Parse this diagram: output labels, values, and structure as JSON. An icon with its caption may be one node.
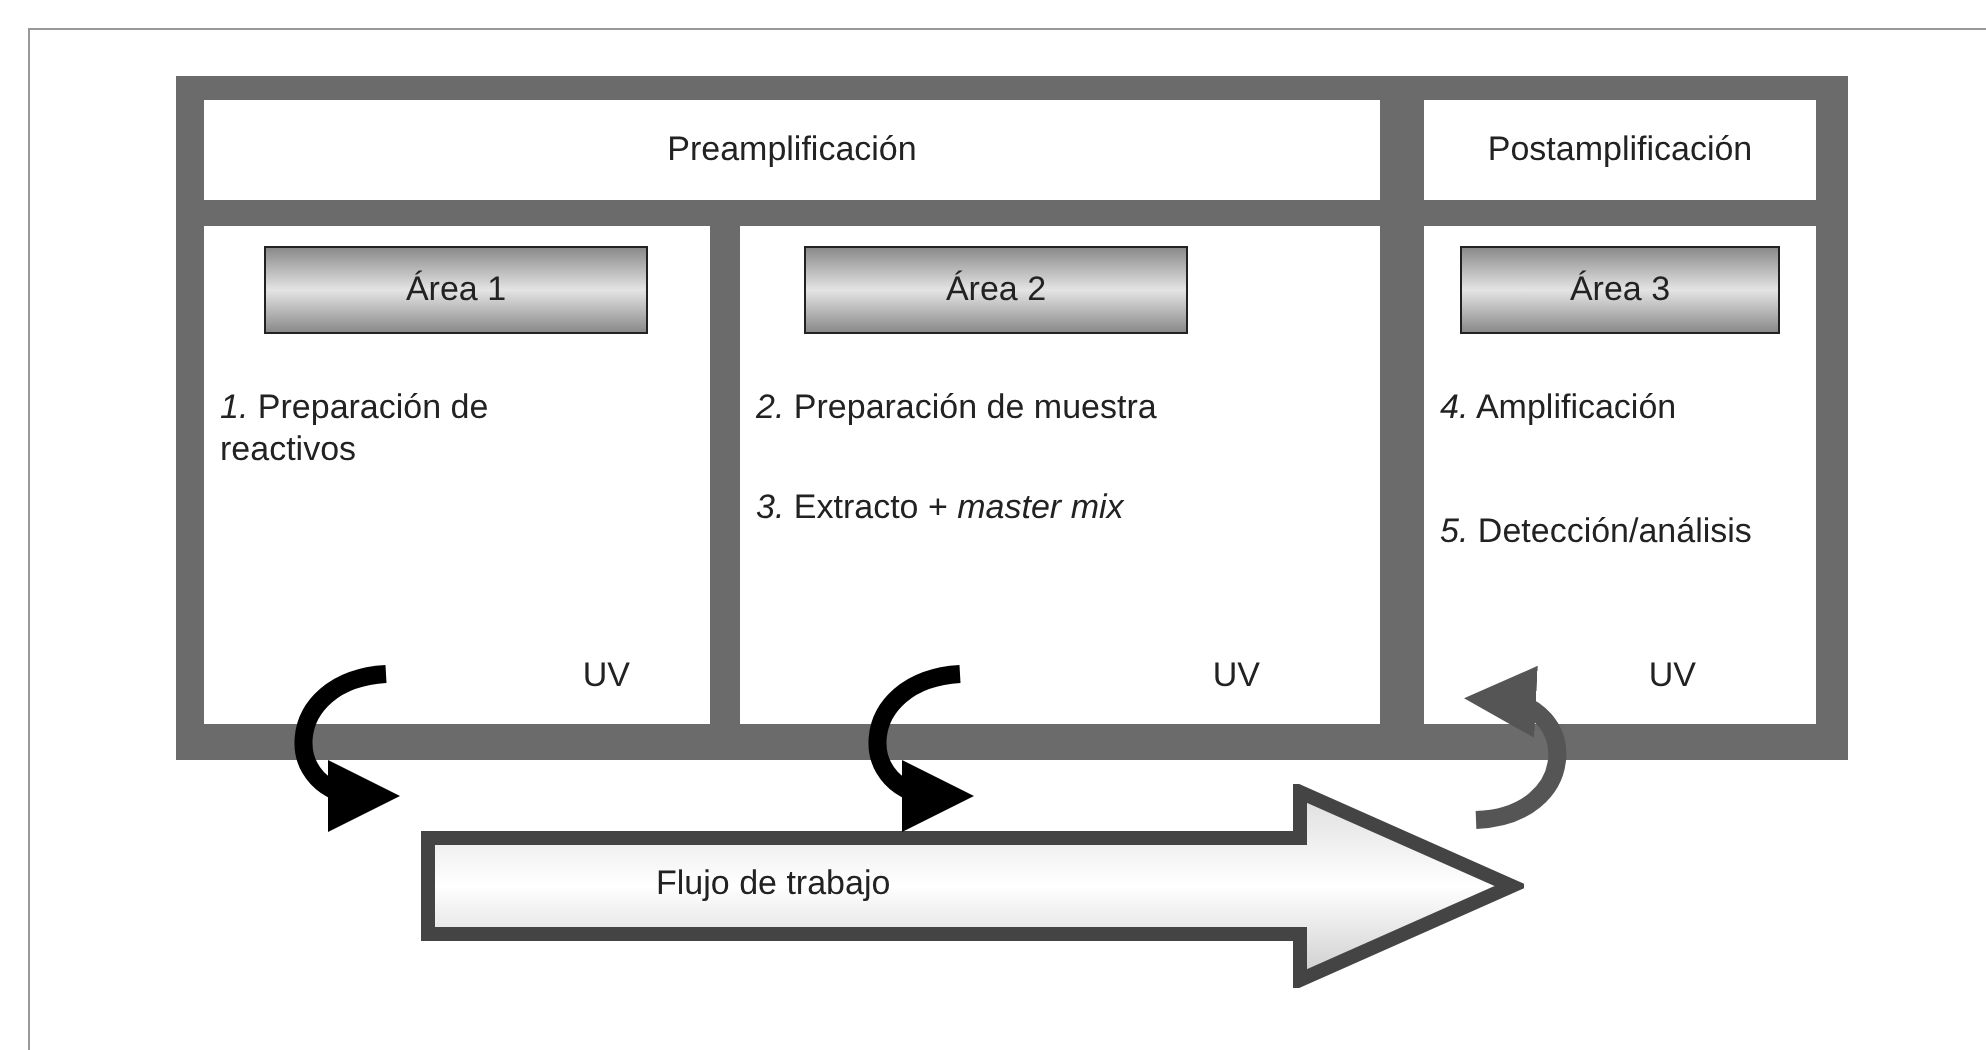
{
  "diagram": {
    "nodes": [
      {
        "text": [
          "Preamplificación"
        ]
      },
      {
        "text": [
          "Postamplificación"
        ]
      },
      {
        "text": [
          "*1.* Preparación de reactivos",
          "UV"
        ]
      },
      {
        "text": [
          "Área 1"
        ],
        "in": 2
      },
      {
        "text": [
          "*2.* Preparación de muestra",
          "*3.* Extracto + *master mix*",
          "UV"
        ]
      },
      {
        "text": [
          "Área 2"
        ],
        "in": 4
      },
      {
        "text": [
          "*4.* Amplificación",
          "*5.* Detección/análisis",
          "UV"
        ]
      },
      {
        "text": [
          "Área 3"
        ],
        "in": 6
      },
      {
        "text": [
          "Flujo de trabajo"
        ]
      }
    ],
    "edges": []
  }
}
